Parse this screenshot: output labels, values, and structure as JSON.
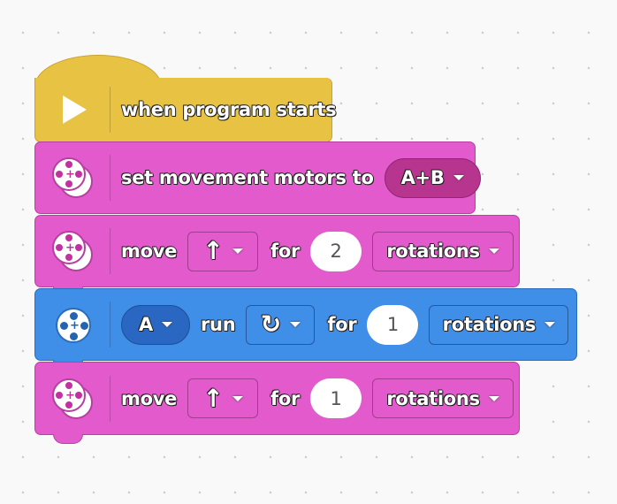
{
  "hat": {
    "label": "when program starts",
    "icon": "play-icon"
  },
  "blocks": [
    {
      "icon": "movement-motor-icon",
      "text1": "set movement motors to",
      "ports": "A+B"
    },
    {
      "icon": "movement-motor-icon",
      "text1": "move",
      "direction_icon": "arrow-up-icon",
      "direction": "↑",
      "for": "for",
      "value": "2",
      "unit": "rotations"
    },
    {
      "icon": "single-motor-icon",
      "port": "A",
      "run": "run",
      "direction_icon": "clockwise-arrow-icon",
      "direction": "↻",
      "for": "for",
      "value": "1",
      "unit": "rotations"
    },
    {
      "icon": "movement-motor-icon",
      "text1": "move",
      "direction_icon": "arrow-up-icon",
      "direction": "↑",
      "for": "for",
      "value": "1",
      "unit": "rotations"
    }
  ],
  "colors": {
    "hat": "#e8c343",
    "movement": "#e35acc",
    "motor": "#3f8ee8",
    "canvas": "#f9f9f9"
  }
}
